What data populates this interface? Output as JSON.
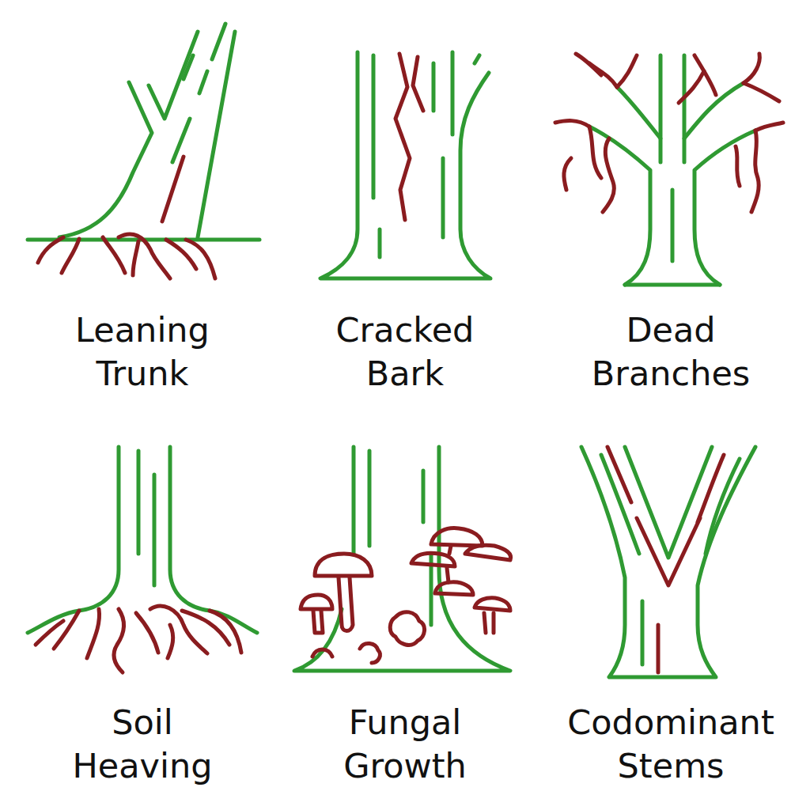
{
  "diagram": {
    "labels": [
      "Leaning Trunk",
      "Cracked Bark",
      "Dead Branches",
      "Soil Heaving",
      "Fungal Growth",
      "Codominant Stems"
    ]
  }
}
